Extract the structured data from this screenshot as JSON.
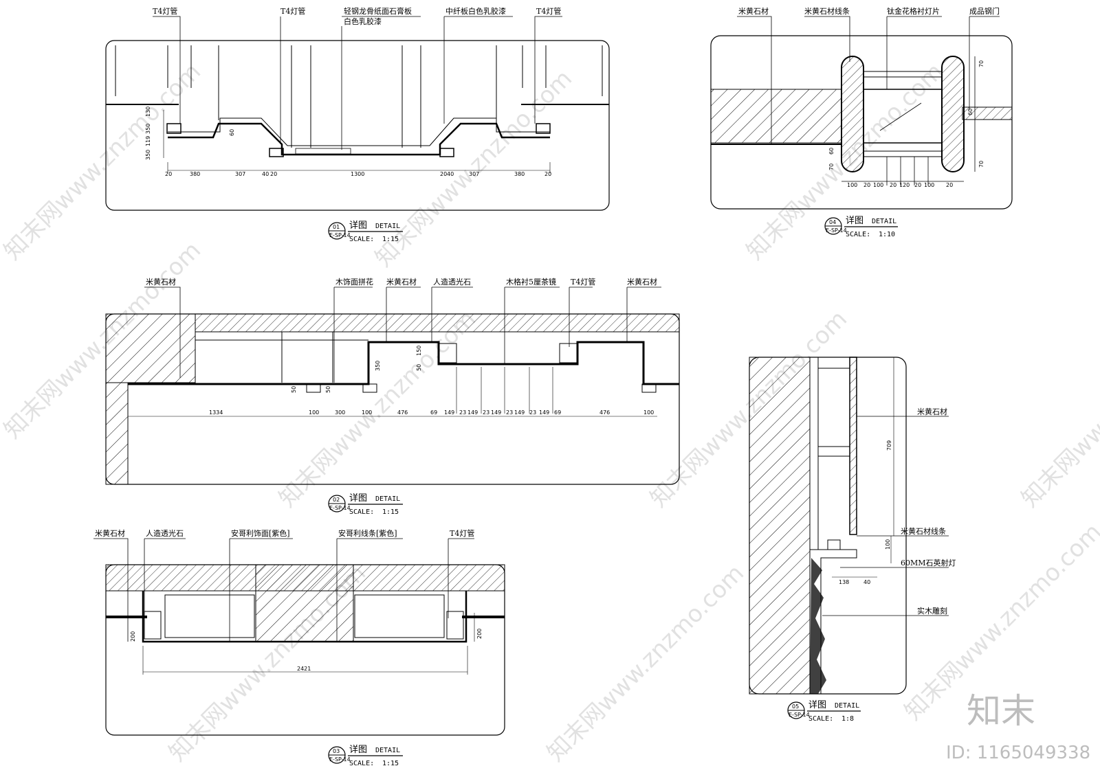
{
  "details": [
    {
      "id": "d1",
      "labels": [
        "T4灯管",
        "T4灯管",
        "轻钢龙骨纸面石膏板",
        "白色乳胶漆",
        "中纤板白色乳胶漆",
        "T4灯管"
      ],
      "dims_h": [
        "20",
        "380",
        "307",
        "40",
        "20",
        "1300",
        "20",
        "40",
        "307",
        "380",
        "20"
      ],
      "dims_v": [
        "130",
        "350",
        "119",
        "350",
        "60"
      ],
      "caption": {
        "num": "01",
        "ref": "E-SP-14",
        "title": "详图",
        "title_en": "DETAIL",
        "scale": "SCALE:",
        "ratio": "1:15"
      }
    },
    {
      "id": "d4",
      "labels": [
        "米黄石材",
        "米黄石材线条",
        "钛金花格衬灯片",
        "成品钢门"
      ],
      "dims_h": [
        "100",
        "20",
        "100",
        "20",
        "120",
        "20",
        "100",
        "20"
      ],
      "dims_v": [
        "70",
        "60",
        "60",
        "70",
        "70"
      ],
      "caption": {
        "num": "04",
        "ref": "E-SP-14",
        "title": "详图",
        "title_en": "DETAIL",
        "scale": "SCALE:",
        "ratio": "1:10"
      }
    },
    {
      "id": "d2",
      "labels": [
        "米黄石材",
        "木饰面拼花",
        "米黄石材",
        "人造透光石",
        "木格衬5厘茶镜",
        "T4灯管",
        "米黄石材"
      ],
      "dims_h": [
        "1334",
        "100",
        "300",
        "100",
        "476",
        "69",
        "149",
        "23",
        "149",
        "23",
        "149",
        "23",
        "149",
        "23",
        "149",
        "69",
        "476",
        "100"
      ],
      "dims_v": [
        "50",
        "50",
        "150",
        "50",
        "350"
      ],
      "caption": {
        "num": "02",
        "ref": "E-SP-14",
        "title": "详图",
        "title_en": "DETAIL",
        "scale": "SCALE:",
        "ratio": "1:15"
      }
    },
    {
      "id": "d3",
      "labels": [
        "米黄石材",
        "人造透光石",
        "安哥利饰面[紫色]",
        "安哥利线条[紫色]",
        "T4灯管"
      ],
      "dims_h": [
        "2421"
      ],
      "dims_v": [
        "200",
        "200"
      ],
      "caption": {
        "num": "03",
        "ref": "E-SP-14",
        "title": "详图",
        "title_en": "DETAIL",
        "scale": "SCALE:",
        "ratio": "1:15"
      }
    },
    {
      "id": "d5",
      "labels": [
        "米黄石材",
        "米黄石材线条",
        "60MM石英射灯",
        "实木雕刻"
      ],
      "dims_h": [
        "138",
        "40"
      ],
      "dims_v": [
        "709",
        "100"
      ],
      "caption": {
        "num": "05",
        "ref": "E-SP-14",
        "title": "详图",
        "title_en": "DETAIL",
        "scale": "SCALE:",
        "ratio": "1:8"
      }
    }
  ],
  "watermark": {
    "text": "知末网www.znzmo.com",
    "logo": "知末",
    "id_text": "ID: 1165049338"
  }
}
